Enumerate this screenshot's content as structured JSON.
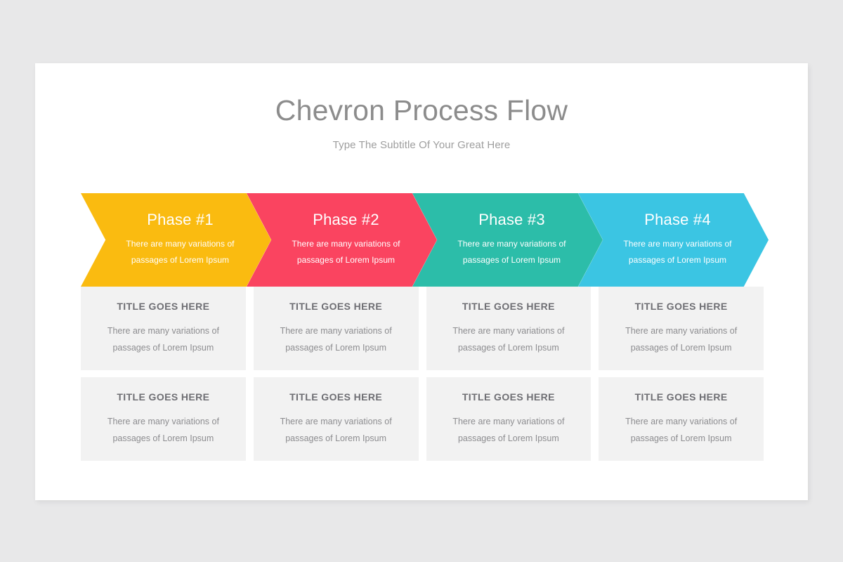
{
  "slide": {
    "title": "Chevron Process Flow",
    "subtitle": "Type The Subtitle Of Your Great Here",
    "background_color": "#FFFFFF",
    "canvas_color": "#E8E8E9"
  },
  "phases": [
    {
      "label": "Phase #1",
      "description_line1": "There are many variations of",
      "description_line2": "passages of Lorem Ipsum",
      "color": "#FABB10"
    },
    {
      "label": "Phase #2",
      "description_line1": "There are many variations of",
      "description_line2": "passages of Lorem Ipsum",
      "color": "#FA4460"
    },
    {
      "label": "Phase #3",
      "description_line1": "There are many variations of",
      "description_line2": "passages of Lorem Ipsum",
      "color": "#2CBDA9"
    },
    {
      "label": "Phase #4",
      "description_line1": "There are many variations of",
      "description_line2": "passages of Lorem Ipsum",
      "color": "#3BC5E3"
    }
  ],
  "card_rows": [
    {
      "cards": [
        {
          "title": "TITLE GOES HERE",
          "description_line1": "There are many variations of",
          "description_line2": "passages of Lorem Ipsum"
        },
        {
          "title": "TITLE GOES HERE",
          "description_line1": "There are many variations of",
          "description_line2": "passages of Lorem Ipsum"
        },
        {
          "title": "TITLE GOES HERE",
          "description_line1": "There are many variations of",
          "description_line2": "passages of Lorem Ipsum"
        },
        {
          "title": "TITLE GOES HERE",
          "description_line1": "There are many variations of",
          "description_line2": "passages of Lorem Ipsum"
        }
      ]
    },
    {
      "cards": [
        {
          "title": "TITLE GOES HERE",
          "description_line1": "There are many variations of",
          "description_line2": "passages of Lorem Ipsum"
        },
        {
          "title": "TITLE GOES HERE",
          "description_line1": "There are many variations of",
          "description_line2": "passages of Lorem Ipsum"
        },
        {
          "title": "TITLE GOES HERE",
          "description_line1": "There are many variations of",
          "description_line2": "passages of Lorem Ipsum"
        },
        {
          "title": "TITLE GOES HERE",
          "description_line1": "There are many variations of",
          "description_line2": "passages of Lorem Ipsum"
        }
      ]
    }
  ]
}
